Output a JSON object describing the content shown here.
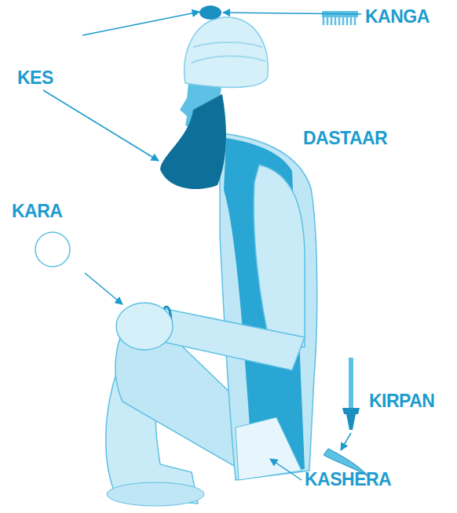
{
  "diagram": {
    "labels": [
      "KANGA",
      "KES",
      "DASTAAR",
      "KARA",
      "KIRPAN",
      "KASHERA"
    ]
  }
}
